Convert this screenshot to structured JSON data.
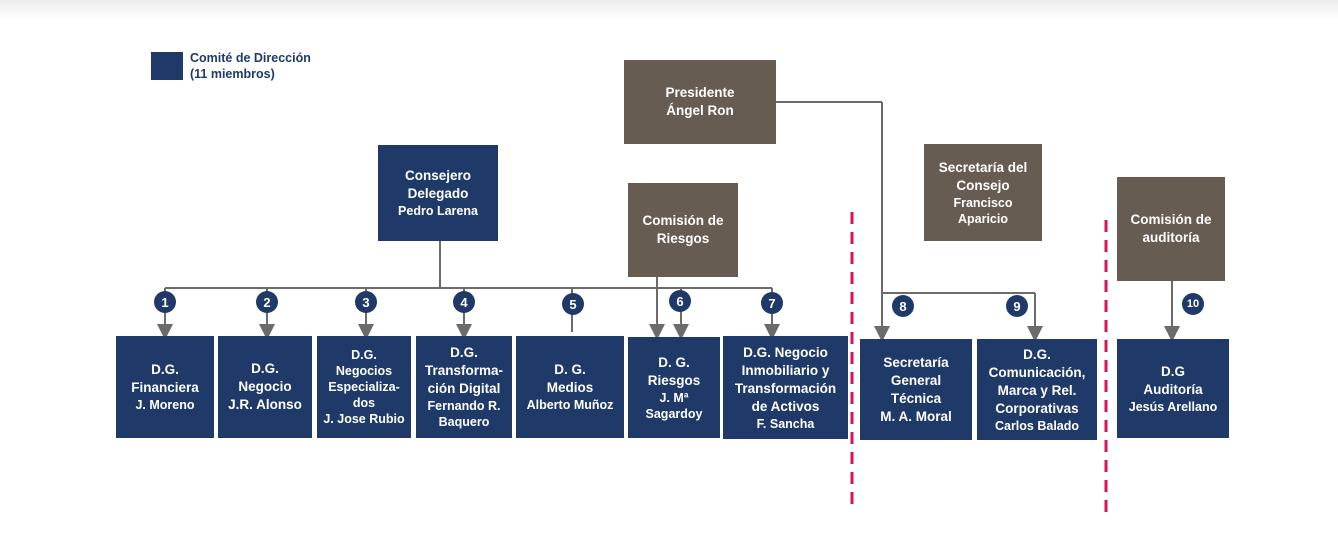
{
  "legend": {
    "label": "Comité de Dirección\n(11 miembros)",
    "color": "#1f3a68"
  },
  "colors": {
    "navy": "#1f3a68",
    "brown": "#675c51",
    "line": "#6b6b6b",
    "separator": "#d4145a"
  },
  "top": {
    "presidente": {
      "title": "Presidente",
      "person": "Ángel Ron"
    },
    "consejero": {
      "title": "Consejero\nDelegado",
      "person": "Pedro Larena"
    },
    "comision_riesgos": {
      "title": "Comisión de\nRiesgos",
      "person": ""
    },
    "secretaria_consejo": {
      "title": "Secretaría del\nConsejo",
      "person": "Francisco\nAparicio"
    },
    "comision_auditoria": {
      "title": "Comisión de\nauditoría",
      "person": ""
    }
  },
  "directors": [
    {
      "number": "1",
      "title": "D.G.\nFinanciera",
      "person": "J. Moreno"
    },
    {
      "number": "2",
      "title": "D.G.\nNegocio",
      "person": "J.R. Alonso"
    },
    {
      "number": "3",
      "title": "D.G.\nNegocios\nEspecializa-\ndos",
      "person": "J. Jose Rubio"
    },
    {
      "number": "4",
      "title": "D.G.\nTransforma-\nción Digital",
      "person": "Fernando R.\nBaquero"
    },
    {
      "number": "5",
      "title": "D. G.\nMedios",
      "person": "Alberto Muñoz"
    },
    {
      "number": "6",
      "title": "D. G.\nRiesgos",
      "person": "J. Mª\nSagardoy"
    },
    {
      "number": "7",
      "title": "D.G. Negocio\nInmobiliario y\nTransformación\nde Activos",
      "person": "F. Sancha"
    },
    {
      "number": "8",
      "title": "Secretaría\nGeneral\nTécnica",
      "person": "M. A. Moral"
    },
    {
      "number": "9",
      "title": "D.G.\nComunicación,\nMarca y Rel.\nCorporativas",
      "person": "Carlos Balado"
    },
    {
      "number": "10",
      "title": "D.G\nAuditoría",
      "person": "Jesús Arellano"
    }
  ]
}
